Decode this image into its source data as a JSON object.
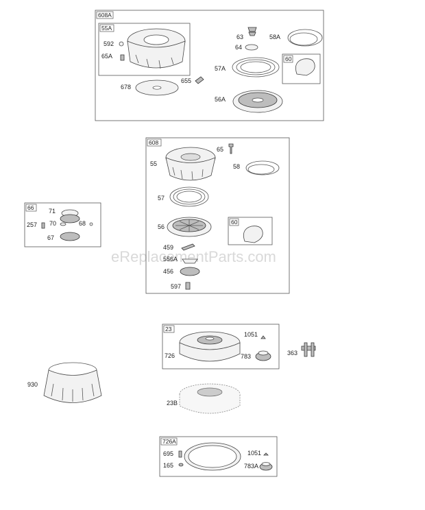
{
  "watermark": "eReplacementParts.com",
  "groups": {
    "g608A": "608A",
    "g55A": "55A",
    "g60a": "60",
    "g608": "608",
    "g60b": "60",
    "g66": "66",
    "g23": "23",
    "g726A": "726A"
  },
  "labels": {
    "l592": "592",
    "l65A": "65A",
    "l678": "678",
    "l655": "655",
    "l63": "63",
    "l64": "64",
    "l58A": "58A",
    "l57A": "57A",
    "l56A": "56A",
    "l65": "65",
    "l55": "55",
    "l58": "58",
    "l57": "57",
    "l56": "56",
    "l459": "459",
    "l556A": "556A",
    "l456": "456",
    "l597": "597",
    "l71": "71",
    "l257": "257",
    "l70": "70",
    "l68": "68",
    "l67": "67",
    "l1051a": "1051",
    "l726": "726",
    "l783": "783",
    "l363": "363",
    "l930": "930",
    "l23B": "23B",
    "l695": "695",
    "l1051b": "1051",
    "l165": "165",
    "l783A": "783A"
  },
  "colors": {
    "line": "#555555",
    "fill": "#f2f2f2",
    "dark": "#bdbdbd",
    "watermark": "#d9d9d9"
  }
}
